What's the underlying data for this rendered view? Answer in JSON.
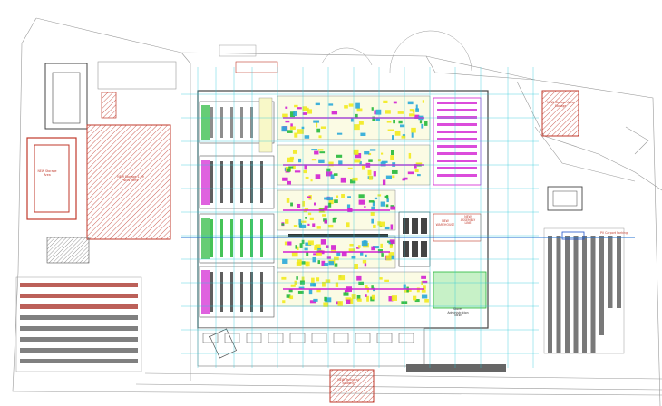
{
  "drawing": {
    "colors": {
      "line": "#9a9a9a",
      "dark": "#444444",
      "grid": "#24c6d8",
      "hatch": "#c0392b",
      "magenta": "#d21fd2",
      "green": "#25b83a",
      "yellow": "#f2ea1d",
      "pv_panel": "#6a6a6a",
      "pv_red": "#b0443c"
    },
    "labels": {
      "storage_west": "NEW Storage Area",
      "storage_mid": "NEW Storage 1-49\nNEW Parts",
      "storage_east": "NEW Storage Area\nStorage",
      "pv_east": "PV Carport Parking",
      "new_area_center": "NEW\nWAREHOUSE",
      "new_building_right": "NEW\nASSEMBLY\nLINE",
      "office_new": "Stores\nAdministration\nNEW",
      "gate_south": "NEW Technical\nBuilding"
    }
  }
}
